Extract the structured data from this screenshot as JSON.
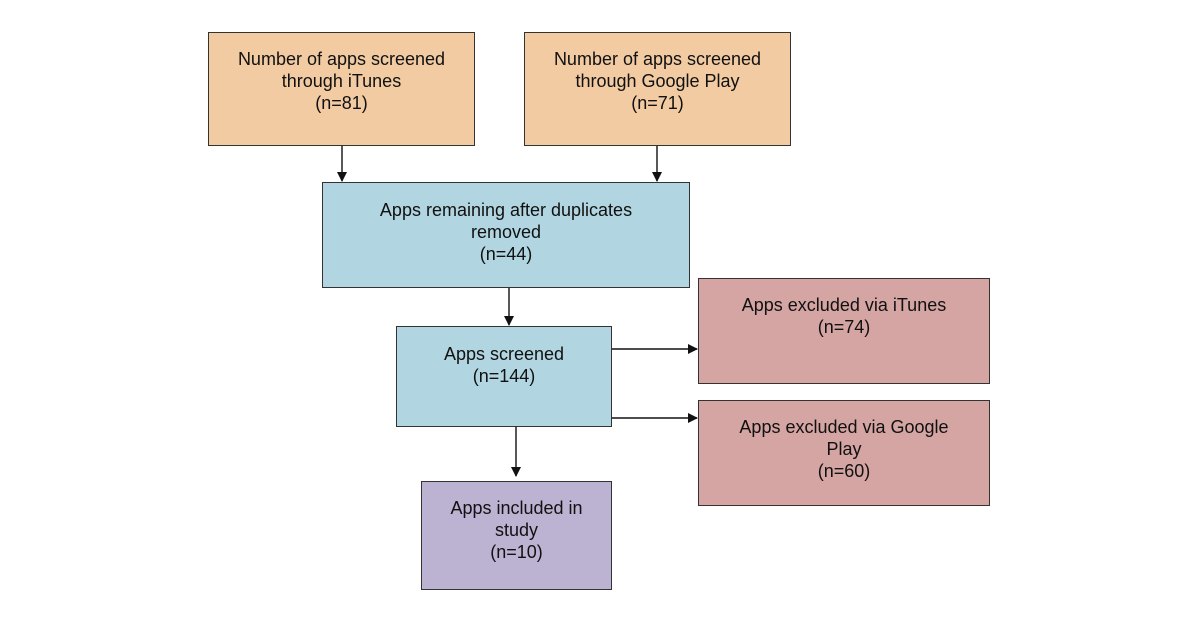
{
  "nodes": {
    "itunes_screened": {
      "line1": "Number of apps screened",
      "line2": "through iTunes",
      "count": "(n=81)",
      "color": "#f2cba3"
    },
    "google_play_screened": {
      "line1": "Number of apps screened",
      "line2": "through Google Play",
      "count": "(n=71)",
      "color": "#f2cba3"
    },
    "duplicates_removed": {
      "line1": "Apps remaining after duplicates",
      "line2": "removed",
      "count": "(n=44)",
      "color": "#b1d6e1"
    },
    "apps_screened": {
      "line1": "Apps screened",
      "count": "(n=144)",
      "color": "#b1d6e1"
    },
    "excluded_itunes": {
      "line1": "Apps excluded via iTunes",
      "count": "(n=74)",
      "color": "#d5a5a3"
    },
    "excluded_google_play": {
      "line1": "Apps excluded via Google",
      "line2": "Play",
      "count": "(n=60)",
      "color": "#d5a5a3"
    },
    "included_in_study": {
      "line1": "Apps included in",
      "line2": "study",
      "count": "(n=10)",
      "color": "#bcb2d1"
    }
  },
  "edges": [
    {
      "from": "itunes_screened",
      "to": "duplicates_removed"
    },
    {
      "from": "google_play_screened",
      "to": "duplicates_removed"
    },
    {
      "from": "duplicates_removed",
      "to": "apps_screened"
    },
    {
      "from": "apps_screened",
      "to": "excluded_itunes"
    },
    {
      "from": "apps_screened",
      "to": "excluded_google_play"
    },
    {
      "from": "apps_screened",
      "to": "included_in_study"
    }
  ]
}
